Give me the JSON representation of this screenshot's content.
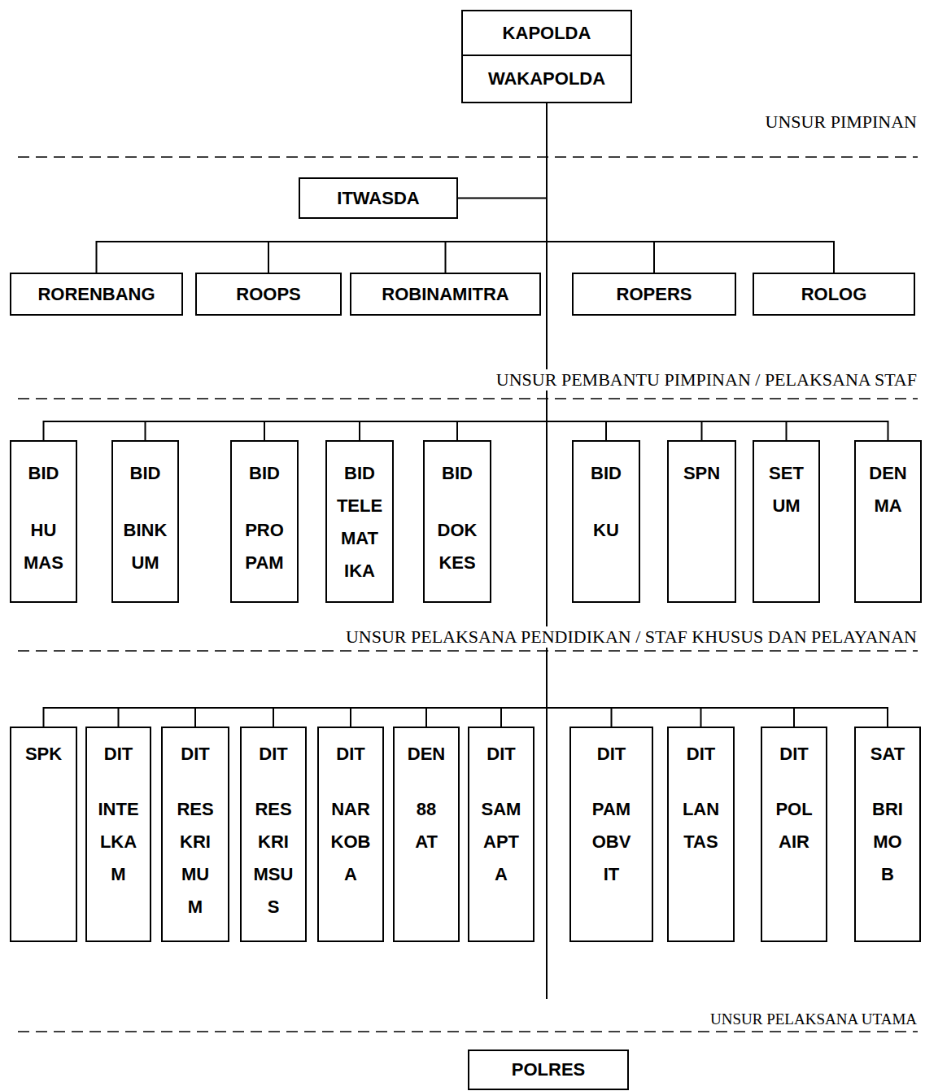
{
  "diagram": {
    "nodes": [
      {
        "text": [
          "KAPOLDA"
        ]
      },
      {
        "text": [
          "WAKAPOLDA"
        ]
      },
      {
        "text": [
          "ITWASDA"
        ]
      },
      {
        "text": [
          "RORENBANG"
        ]
      },
      {
        "text": [
          "ROOPS"
        ]
      },
      {
        "text": [
          "ROBINAMITRA"
        ]
      },
      {
        "text": [
          "ROPERS"
        ]
      },
      {
        "text": [
          "ROLOG"
        ]
      },
      {
        "text": [
          "BID",
          "HU MAS"
        ]
      },
      {
        "text": [
          "BID",
          "BINK UM"
        ]
      },
      {
        "text": [
          "BID",
          "PRO PAM"
        ]
      },
      {
        "text": [
          "BID",
          "TELE MAT IKA"
        ]
      },
      {
        "text": [
          "BID",
          "DOK KES"
        ]
      },
      {
        "text": [
          "BID",
          "KU"
        ]
      },
      {
        "text": [
          "SPN"
        ]
      },
      {
        "text": [
          "SET",
          "UM"
        ]
      },
      {
        "text": [
          "DEN",
          "MA"
        ]
      },
      {
        "text": [
          "SPK"
        ]
      },
      {
        "text": [
          "DIT",
          "INTE LKA M"
        ]
      },
      {
        "text": [
          "DIT",
          "RES KRI MU M"
        ]
      },
      {
        "text": [
          "DIT",
          "RES KRI MSU S"
        ]
      },
      {
        "text": [
          "DIT",
          "NAR KOB A"
        ]
      },
      {
        "text": [
          "DEN",
          "88 AT"
        ]
      },
      {
        "text": [
          "DIT",
          "SAM APT A"
        ]
      },
      {
        "text": [
          "DIT",
          "PAM OBV IT"
        ]
      },
      {
        "text": [
          "DIT",
          "LAN TAS"
        ]
      },
      {
        "text": [
          "DIT",
          "POL AIR"
        ]
      },
      {
        "text": [
          "SAT",
          "BRI MO B"
        ]
      },
      {
        "text": [
          "POLRES"
        ]
      }
    ],
    "edges": [
      {
        "from": 1,
        "to": 2,
        "arrow": "none"
      },
      {
        "from": 1,
        "to": 3,
        "arrow": "none"
      },
      {
        "from": 1,
        "to": 4,
        "arrow": "none"
      },
      {
        "from": 1,
        "to": 5,
        "arrow": "none"
      },
      {
        "from": 1,
        "to": 6,
        "arrow": "none"
      },
      {
        "from": 1,
        "to": 7,
        "arrow": "none"
      },
      {
        "from": 1,
        "to": 8,
        "arrow": "none"
      },
      {
        "from": 1,
        "to": 9,
        "arrow": "none"
      },
      {
        "from": 1,
        "to": 10,
        "arrow": "none"
      },
      {
        "from": 1,
        "to": 11,
        "arrow": "none"
      },
      {
        "from": 1,
        "to": 12,
        "arrow": "none"
      },
      {
        "from": 1,
        "to": 13,
        "arrow": "none"
      },
      {
        "from": 1,
        "to": 14,
        "arrow": "none"
      },
      {
        "from": 1,
        "to": 15,
        "arrow": "none"
      },
      {
        "from": 1,
        "to": 16,
        "arrow": "none"
      },
      {
        "from": 1,
        "to": 17,
        "arrow": "none"
      },
      {
        "from": 1,
        "to": 18,
        "arrow": "none"
      },
      {
        "from": 1,
        "to": 19,
        "arrow": "none"
      },
      {
        "from": 1,
        "to": 20,
        "arrow": "none"
      },
      {
        "from": 1,
        "to": 21,
        "arrow": "none"
      },
      {
        "from": 1,
        "to": 22,
        "arrow": "none"
      },
      {
        "from": 1,
        "to": 23,
        "arrow": "none"
      },
      {
        "from": 1,
        "to": 24,
        "arrow": "none"
      },
      {
        "from": 1,
        "to": 25,
        "arrow": "none"
      },
      {
        "from": 1,
        "to": 26,
        "arrow": "none"
      },
      {
        "from": 1,
        "to": 27,
        "arrow": "none"
      }
    ],
    "labels": [
      "UNSUR PIMPINAN",
      "UNSUR PEMBANTU PIMPINAN / PELAKSANA STAF",
      "UNSUR PELAKSANA PENDIDIKAN / STAF KHUSUS DAN PELAYANAN",
      "UNSUR PELAKSANA UTAMA"
    ]
  }
}
